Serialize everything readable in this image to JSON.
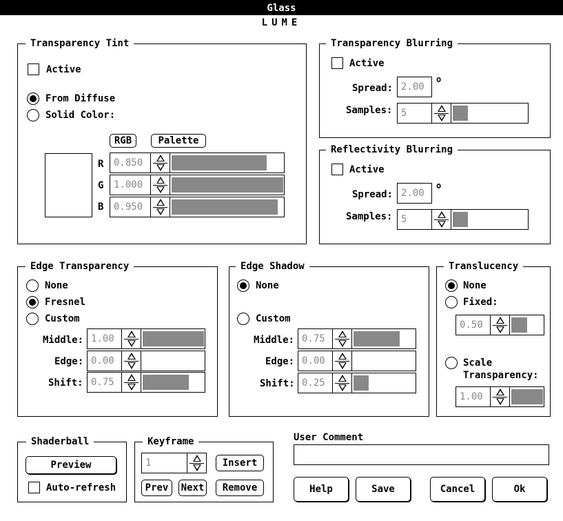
{
  "window": {
    "title": "Glass",
    "subtitle": "LUME"
  },
  "transparency_tint": {
    "legend": "Transparency Tint",
    "active_label": "Active",
    "active_checked": false,
    "from_diffuse_label": "From Diffuse",
    "solid_color_label": "Solid Color:",
    "selected": "From Diffuse",
    "rgb_button": "RGB",
    "palette_button": "Palette",
    "channels": [
      {
        "label": "R",
        "value": "0.850",
        "level": 0.85
      },
      {
        "label": "G",
        "value": "1.000",
        "level": 1.0
      },
      {
        "label": "B",
        "value": "0.950",
        "level": 0.95
      }
    ]
  },
  "transparency_blurring": {
    "legend": "Transparency Blurring",
    "active_label": "Active",
    "active_checked": false,
    "spread_label": "Spread:",
    "spread_value": "2.00",
    "degree_symbol": "o",
    "samples_label": "Samples:",
    "samples_value": "5",
    "samples_level": 0.2
  },
  "reflectivity_blurring": {
    "legend": "Reflectivity Blurring",
    "active_label": "Active",
    "active_checked": false,
    "spread_label": "Spread:",
    "spread_value": "2.00",
    "degree_symbol": "o",
    "samples_label": "Samples:",
    "samples_value": "5",
    "samples_level": 0.2
  },
  "edge_transparency": {
    "legend": "Edge Transparency",
    "options": [
      "None",
      "Fresnel",
      "Custom"
    ],
    "selected": "Fresnel",
    "middle_label": "Middle:",
    "middle_value": "1.00",
    "middle_level": 1.0,
    "edge_label": "Edge:",
    "edge_value": "0.00",
    "edge_level": 0.0,
    "shift_label": "Shift:",
    "shift_value": "0.75",
    "shift_level": 0.75
  },
  "edge_shadow": {
    "legend": "Edge Shadow",
    "options": [
      "None",
      "Custom"
    ],
    "selected": "None",
    "middle_label": "Middle:",
    "middle_value": "0.75",
    "middle_level": 0.75,
    "edge_label": "Edge:",
    "edge_value": "0.00",
    "edge_level": 0.0,
    "shift_label": "Shift:",
    "shift_value": "0.25",
    "shift_level": 0.25
  },
  "translucency": {
    "legend": "Translucency",
    "none_label": "None",
    "fixed_label": "Fixed:",
    "selected": "None",
    "fixed_value": "0.50",
    "fixed_level": 0.5,
    "scale_label_1": "Scale",
    "scale_label_2": "Transparency:",
    "scale_value": "1.00",
    "scale_level": 1.0
  },
  "shaderball": {
    "legend": "Shaderball",
    "preview_button": "Preview",
    "auto_refresh_label": "Auto-refresh",
    "auto_refresh_checked": false
  },
  "keyframe": {
    "legend": "Keyframe",
    "value": "1",
    "insert_button": "Insert",
    "prev_button": "Prev",
    "next_button": "Next",
    "remove_button": "Remove"
  },
  "user_comment": {
    "label": "User Comment",
    "value": ""
  },
  "actions": {
    "help": "Help",
    "save": "Save",
    "cancel": "Cancel",
    "ok": "Ok"
  }
}
